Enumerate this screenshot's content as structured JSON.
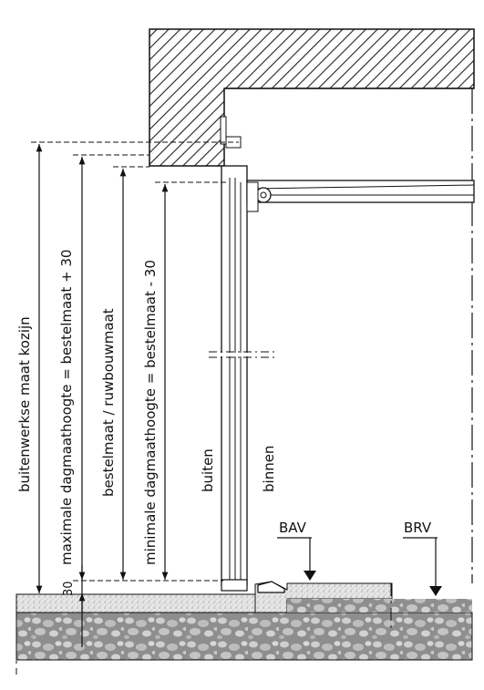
{
  "labels": {
    "outer_frame": "buitenwerkse maat kozijn",
    "max_opening": "maximale dagmaathoogte = bestelmaat + 30",
    "order_size": "bestelmaat / ruwbouwmaat",
    "min_opening": "minimale dagmaathoogte = bestelmaat - 30",
    "outside": "buiten",
    "inside": "binnen",
    "bav": "BAV",
    "brv": "BRV",
    "dim_30": "30"
  }
}
